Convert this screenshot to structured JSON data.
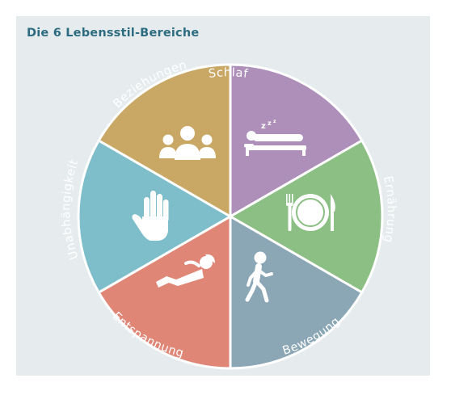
{
  "title": "Die 6 Lebensstil-Bereiche",
  "wheel": {
    "segments": [
      {
        "label": "Schlaf",
        "color": "#ad8fba",
        "icon": "sleeping-person-icon"
      },
      {
        "label": "Ernährung",
        "color": "#8bbf83",
        "icon": "plate-cutlery-icon"
      },
      {
        "label": "Bewegung",
        "color": "#8ba7b5",
        "icon": "walking-person-icon"
      },
      {
        "label": "Entspannung",
        "color": "#e08676",
        "icon": "relaxing-person-icon"
      },
      {
        "label": "Unabhängigkeit",
        "color": "#7ebdca",
        "icon": "raised-hand-icon"
      },
      {
        "label": "Beziehungen",
        "color": "#c9a764",
        "icon": "group-people-icon"
      }
    ]
  }
}
